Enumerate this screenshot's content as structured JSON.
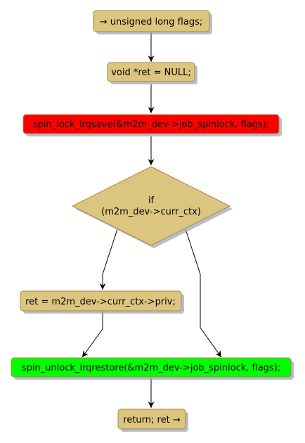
{
  "diagram": {
    "colors": {
      "default_fill": "#dcc67f",
      "lock_fill": "#ff0000",
      "unlock_fill": "#00ff00",
      "border": "#a08a40",
      "shadow": "#a0a0b8",
      "edge": "#000000"
    },
    "nodes": [
      {
        "id": "n1",
        "label": "→ unsigned long flags;"
      },
      {
        "id": "n2",
        "label": "void *ret = NULL;"
      },
      {
        "id": "n3",
        "label": "spin_lock_irqsave(&m2m_dev->job_spinlock, flags);"
      },
      {
        "id": "n4",
        "line1": "if",
        "line2": "(m2m_dev->curr_ctx)"
      },
      {
        "id": "n5",
        "label": "ret = m2m_dev->curr_ctx->priv;"
      },
      {
        "id": "n6",
        "label": "spin_unlock_irqrestore(&m2m_dev->job_spinlock, flags);"
      },
      {
        "id": "n7",
        "label": "return; ret →"
      }
    ]
  }
}
